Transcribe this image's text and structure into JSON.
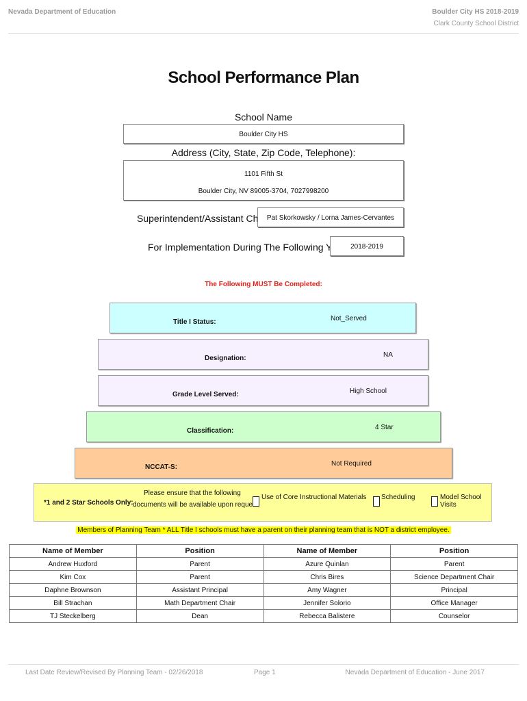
{
  "header": {
    "org": "Nevada Department of Education",
    "school_year": "Boulder City HS  2018-2019",
    "district": "Clark County School District"
  },
  "title": "School Performance Plan",
  "school": {
    "name_label": "School Name",
    "name": "Boulder City HS",
    "address_label": "Address (City, State, Zip Code, Telephone):",
    "address_line1": "1101 Fifth St",
    "address_line2": "Boulder City, NV  89005-3704, 7027998200",
    "superintendent_label": "Superintendent/Assistant Chief:",
    "superintendent": "Pat Skorkowsky / Lorna James-Cervantes",
    "years_label": "For Implementation During The Following Years:",
    "years": "2018-2019"
  },
  "must_complete": "The Following MUST Be Completed:",
  "status": {
    "title1_label": "Title I Status:",
    "title1_value": "Not_Served",
    "designation_label": "Designation:",
    "designation_value": "NA",
    "grade_label": "Grade Level Served:",
    "grade_value": "High School",
    "classification_label": "Classification:",
    "classification_value": "4 Star",
    "nccat_label": "NCCAT-S:",
    "nccat_value": "Not Required"
  },
  "star_schools": {
    "label": "*1 and 2 Star Schools Only:",
    "note_line1": "Please ensure that the following",
    "note_line2": "documents will be available upon request",
    "opt1": "Use of Core Instructional Materials",
    "opt2": "Scheduling",
    "opt3": "Model School Visits"
  },
  "team_note": "Members of Planning Team * ALL Title I schools must have a parent on their planning team that is NOT a district employee.",
  "team_table": {
    "headers": [
      "Name of Member",
      "Position",
      "Name of Member",
      "Position"
    ],
    "rows": [
      [
        "Andrew Huxford",
        "Parent",
        "Azure Quinlan",
        "Parent"
      ],
      [
        "Kim Cox",
        "Parent",
        "Chris Bires",
        "Science Department Chair"
      ],
      [
        "Daphne Brownson",
        "Assistant Principal",
        "Amy Wagner",
        "Principal"
      ],
      [
        "Bill Strachan",
        "Math Department Chair",
        "Jennifer Solorio",
        "Office Manager"
      ],
      [
        "TJ Steckelberg",
        "Dean",
        "Rebecca Balistere",
        "Counselor"
      ]
    ]
  },
  "footer": {
    "review": "Last Date Review/Revised By Planning Team - 02/26/2018",
    "page": "Page 1",
    "source": "Nevada Department of Education - June 2017"
  }
}
